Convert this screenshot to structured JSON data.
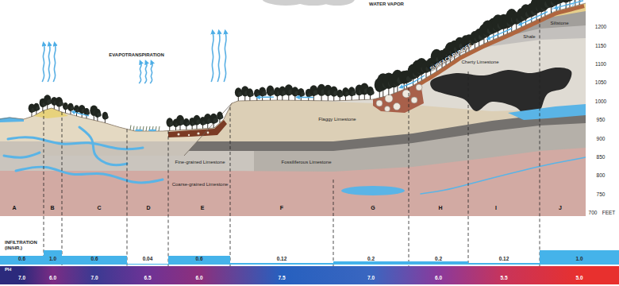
{
  "diagram": {
    "nodes": [
      {
        "text": [
          "0.6"
        ]
      },
      {
        "text": [
          "1.0"
        ]
      },
      {
        "text": [
          "0.6"
        ]
      },
      {
        "text": [
          "0.04"
        ]
      },
      {
        "text": [
          "0.6"
        ]
      },
      {
        "text": [
          "0.12"
        ]
      },
      {
        "text": [
          "0.2"
        ]
      },
      {
        "text": [
          "0.2"
        ]
      },
      {
        "text": [
          "0.12"
        ]
      },
      {
        "text": [
          "1.0"
        ]
      },
      {
        "text": [
          "7.0"
        ]
      },
      {
        "text": [
          "6.0"
        ]
      },
      {
        "text": [
          "7.0"
        ]
      },
      {
        "text": [
          "6.5"
        ]
      },
      {
        "text": [
          "6.0"
        ]
      },
      {
        "text": [
          "7.5"
        ]
      },
      {
        "text": [
          "7.0"
        ]
      },
      {
        "text": [
          "6.0"
        ]
      },
      {
        "text": [
          "5.5"
        ]
      },
      {
        "text": [
          "5.0"
        ]
      }
    ],
    "labels": [
      "WATER VAPOR",
      "EVAPOTRANSPIRATION",
      "SURFACE RUNOFF",
      "Siltstone",
      "Shale",
      "Cherty Limestone",
      "Flaggy Limestone",
      "Fine-grained Limestone",
      "Fossiliferous Limestone",
      "Coarse-grained Limestone",
      "1200",
      "1150",
      "1100",
      "1050",
      "1000",
      "950",
      "900",
      "850",
      "800",
      "750",
      "700",
      "FEET",
      "A",
      "B",
      "C",
      "D",
      "E",
      "F",
      "G",
      "H",
      "I",
      "J",
      "INFILTRATION (IN/HR.)",
      "PH"
    ]
  }
}
